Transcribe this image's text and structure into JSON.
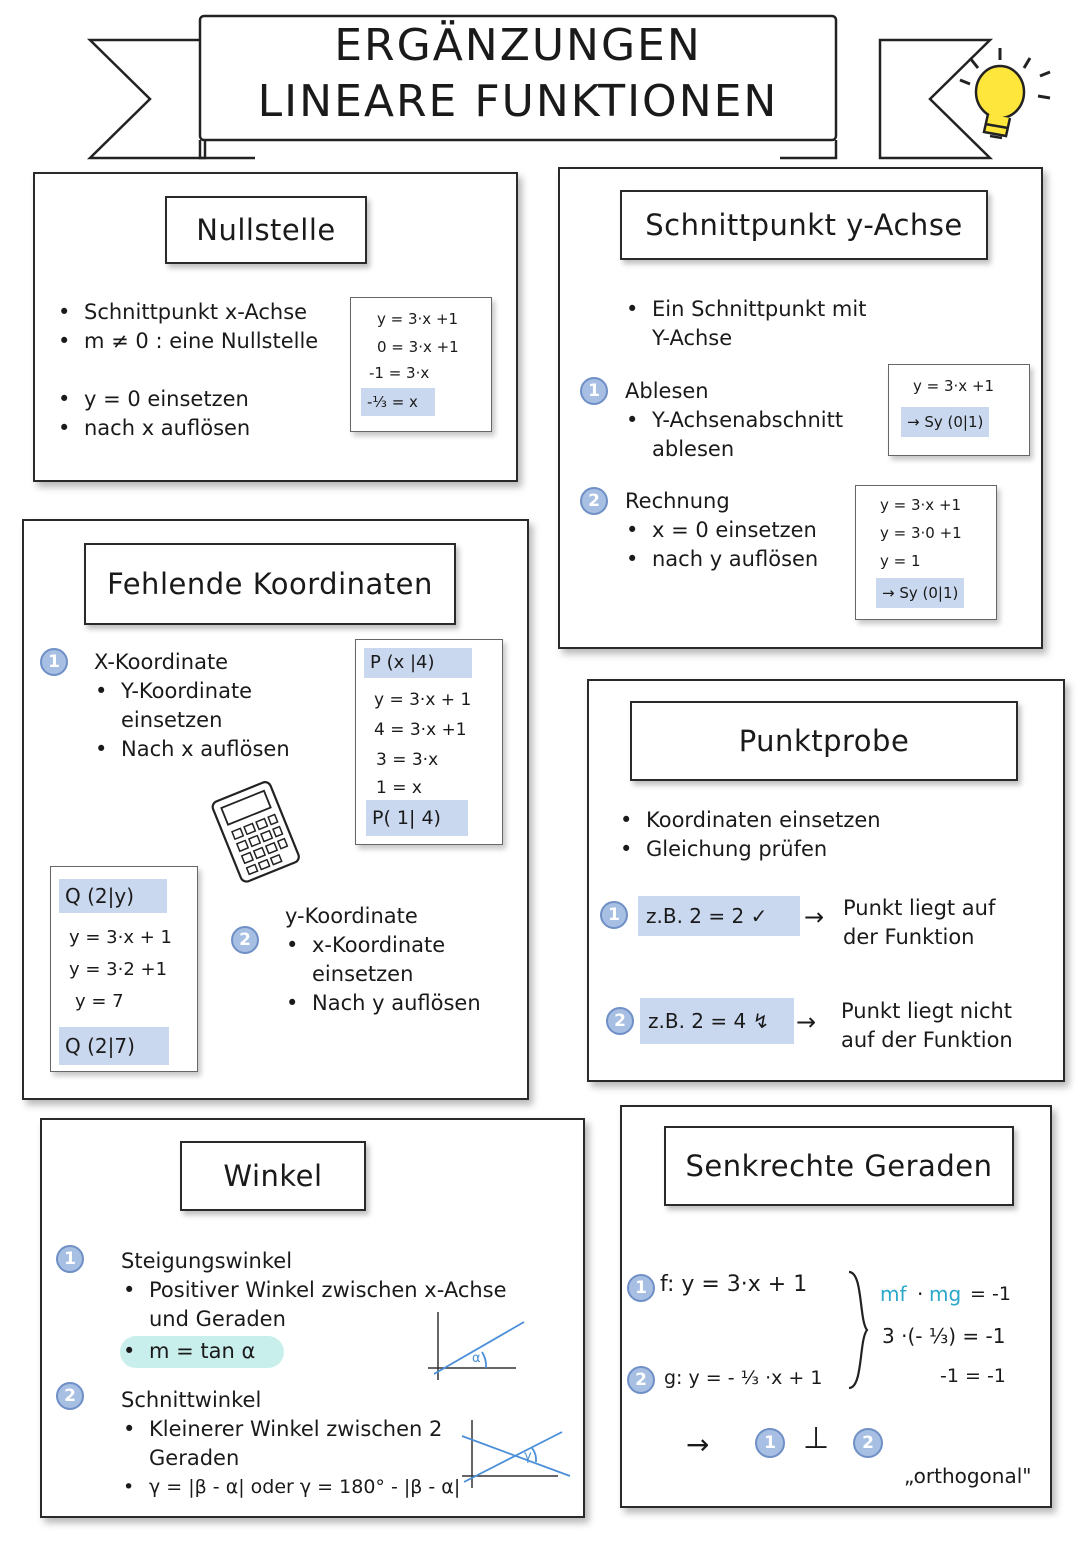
{
  "header": {
    "line1": "ERGÄNZUNGEN",
    "line2": "LINEARE FUNKTIONEN"
  },
  "nullstelle": {
    "title": "Nullstelle",
    "bullets": [
      "Schnittpunkt x-Achse",
      "m ≠ 0 :  eine Nullstelle",
      "y = 0  einsetzen",
      "nach x auflösen"
    ],
    "eq": [
      "y = 3·x +1",
      "0 = 3·x +1",
      "-1 = 3·x",
      "-⅓ = x"
    ]
  },
  "yachse": {
    "title": "Schnittpunkt y-Achse",
    "intro1": "Ein Schnittpunkt mit",
    "intro2": "Y-Achse",
    "n1": "1",
    "ablesen": "Ablesen",
    "ablesen_b1": "Y-Achsenabschnitt",
    "ablesen_b2": "ablesen",
    "eq1": [
      "y = 3·x +1",
      "→ Sy (0|1)"
    ],
    "n2": "2",
    "rechnung": "Rechnung",
    "rechnung_b1": "x = 0   einsetzen",
    "rechnung_b2": "nach y auflösen",
    "eq2": [
      "y = 3·x +1",
      "y = 3·0 +1",
      "y = 1",
      "→ Sy (0|1)"
    ]
  },
  "fehlend": {
    "title": "Fehlende Koordinaten",
    "n1": "1",
    "x_head": "X-Koordinate",
    "x_b1a": "Y-Koordinate",
    "x_b1b": "einsetzen",
    "x_b2": "Nach x auflösen",
    "peq": [
      "P (x |4)",
      "y = 3·x + 1",
      "4 = 3·x +1",
      "3 = 3·x",
      "1 = x",
      "P( 1| 4)"
    ],
    "qeq": [
      "Q (2|y)",
      "y = 3·x + 1",
      "y = 3·2 +1",
      "y = 7",
      "Q (2|7)"
    ],
    "n2": "2",
    "y_head": "y-Koordinate",
    "y_b1a": "x-Koordinate",
    "y_b1b": "einsetzen",
    "y_b2": "Nach y auflösen"
  },
  "punktprobe": {
    "title": "Punktprobe",
    "b1": "Koordinaten einsetzen",
    "b2": "Gleichung prüfen",
    "n1": "1",
    "ex1": "z.B.   2 = 2   ✓",
    "res1a": "Punkt liegt auf",
    "res1b": "der Funktion",
    "n2": "2",
    "ex2": "z.B.   2 = 4  ↯",
    "res2a": "Punkt liegt nicht",
    "res2b": "auf der Funktion"
  },
  "winkel": {
    "title": "Winkel",
    "n1": "1",
    "h1": "Steigungswinkel",
    "b1a": "Positiver Winkel zwischen x-Achse",
    "b1b": "und Geraden",
    "formula": "m = tan α",
    "n2": "2",
    "h2": "Schnittwinkel",
    "b2a": "Kleinerer Winkel zwischen 2",
    "b2b": "Geraden",
    "b3": "γ = |β - α|  oder   γ = 180° - |β - α|",
    "alpha": "α",
    "gamma": "γ"
  },
  "senkrecht": {
    "title": "Senkrechte Geraden",
    "n1": "1",
    "f": "f:  y = 3·x + 1",
    "n2": "2",
    "g": "g:  y = - ⅓ ·x + 1",
    "mf": "mf",
    "dot": "·",
    "mg": "mg",
    "eq1": "= -1",
    "eq2": "3 ·(- ⅓) = -1",
    "eq3": "-1 = -1",
    "perp": "⊥",
    "ortho": "„orthogonal\""
  },
  "colors": {
    "accent": "#c9d8ee",
    "badge": "#a8bfe4",
    "mint": "#c9efec",
    "cyan": "#2aa7c9"
  }
}
